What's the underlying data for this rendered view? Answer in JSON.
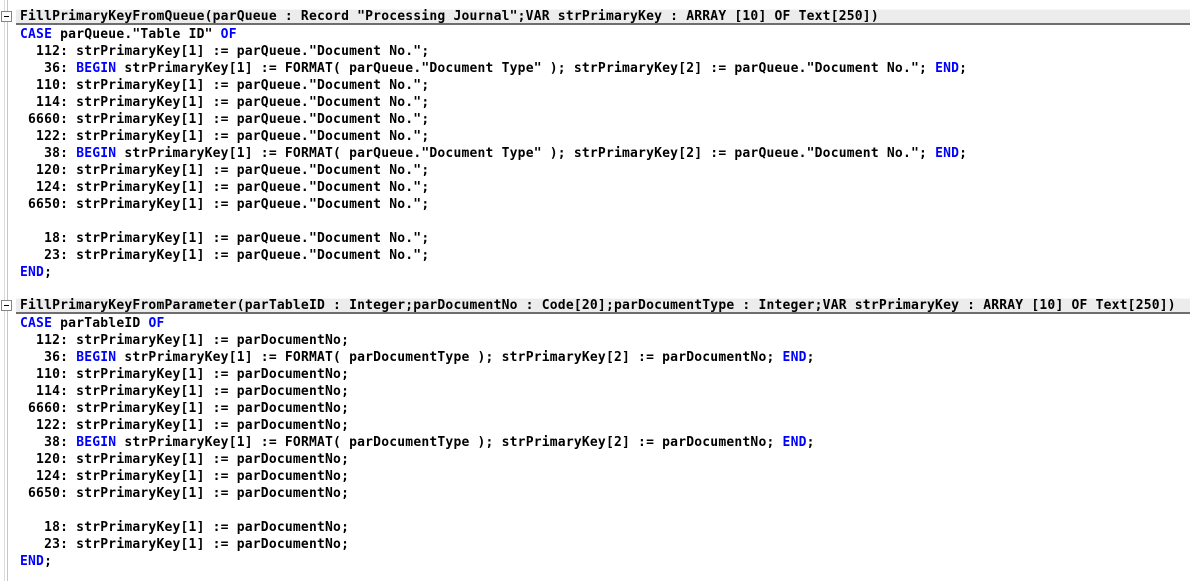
{
  "editor": {
    "keyword_color": "#0000ff",
    "text_color": "#000000",
    "header_band_color": "#ececec",
    "header_underline_color": "#6e6e6e",
    "collapse_icon": "minus-box-icon",
    "functions": [
      {
        "signature": "FillPrimaryKeyFromQueue(parQueue : Record \"Processing Journal\";VAR strPrimaryKey : ARRAY [10] OF Text[250])",
        "collapsed": false,
        "lines": [
          [
            [
              "k",
              "CASE"
            ],
            [
              "c",
              " parQueue.\"Table ID\" "
            ],
            [
              "k",
              "OF"
            ]
          ],
          [
            [
              "c",
              "  112: strPrimaryKey[1] := parQueue.\"Document No.\";"
            ]
          ],
          [
            [
              "c",
              "   36: "
            ],
            [
              "k",
              "BEGIN"
            ],
            [
              "c",
              " strPrimaryKey[1] := FORMAT( parQueue.\"Document Type\" ); strPrimaryKey[2] := parQueue.\"Document No.\"; "
            ],
            [
              "k",
              "END"
            ],
            [
              "c",
              ";"
            ]
          ],
          [
            [
              "c",
              "  110: strPrimaryKey[1] := parQueue.\"Document No.\";"
            ]
          ],
          [
            [
              "c",
              "  114: strPrimaryKey[1] := parQueue.\"Document No.\";"
            ]
          ],
          [
            [
              "c",
              " 6660: strPrimaryKey[1] := parQueue.\"Document No.\";"
            ]
          ],
          [
            [
              "c",
              "  122: strPrimaryKey[1] := parQueue.\"Document No.\";"
            ]
          ],
          [
            [
              "c",
              "   38: "
            ],
            [
              "k",
              "BEGIN"
            ],
            [
              "c",
              " strPrimaryKey[1] := FORMAT( parQueue.\"Document Type\" ); strPrimaryKey[2] := parQueue.\"Document No.\"; "
            ],
            [
              "k",
              "END"
            ],
            [
              "c",
              ";"
            ]
          ],
          [
            [
              "c",
              "  120: strPrimaryKey[1] := parQueue.\"Document No.\";"
            ]
          ],
          [
            [
              "c",
              "  124: strPrimaryKey[1] := parQueue.\"Document No.\";"
            ]
          ],
          [
            [
              "c",
              " 6650: strPrimaryKey[1] := parQueue.\"Document No.\";"
            ]
          ],
          [],
          [
            [
              "c",
              "   18: strPrimaryKey[1] := parQueue.\"Document No.\";"
            ]
          ],
          [
            [
              "c",
              "   23: strPrimaryKey[1] := parQueue.\"Document No.\";"
            ]
          ],
          [
            [
              "k",
              "END"
            ],
            [
              "c",
              ";"
            ]
          ]
        ]
      },
      {
        "signature": "FillPrimaryKeyFromParameter(parTableID : Integer;parDocumentNo : Code[20];parDocumentType : Integer;VAR strPrimaryKey : ARRAY [10] OF Text[250])",
        "collapsed": false,
        "lines": [
          [
            [
              "k",
              "CASE"
            ],
            [
              "c",
              " parTableID "
            ],
            [
              "k",
              "OF"
            ]
          ],
          [
            [
              "c",
              "  112: strPrimaryKey[1] := parDocumentNo;"
            ]
          ],
          [
            [
              "c",
              "   36: "
            ],
            [
              "k",
              "BEGIN"
            ],
            [
              "c",
              " strPrimaryKey[1] := FORMAT( parDocumentType ); strPrimaryKey[2] := parDocumentNo; "
            ],
            [
              "k",
              "END"
            ],
            [
              "c",
              ";"
            ]
          ],
          [
            [
              "c",
              "  110: strPrimaryKey[1] := parDocumentNo;"
            ]
          ],
          [
            [
              "c",
              "  114: strPrimaryKey[1] := parDocumentNo;"
            ]
          ],
          [
            [
              "c",
              " 6660: strPrimaryKey[1] := parDocumentNo;"
            ]
          ],
          [
            [
              "c",
              "  122: strPrimaryKey[1] := parDocumentNo;"
            ]
          ],
          [
            [
              "c",
              "   38: "
            ],
            [
              "k",
              "BEGIN"
            ],
            [
              "c",
              " strPrimaryKey[1] := FORMAT( parDocumentType ); strPrimaryKey[2] := parDocumentNo; "
            ],
            [
              "k",
              "END"
            ],
            [
              "c",
              ";"
            ]
          ],
          [
            [
              "c",
              "  120: strPrimaryKey[1] := parDocumentNo;"
            ]
          ],
          [
            [
              "c",
              "  124: strPrimaryKey[1] := parDocumentNo;"
            ]
          ],
          [
            [
              "c",
              " 6650: strPrimaryKey[1] := parDocumentNo;"
            ]
          ],
          [],
          [
            [
              "c",
              "   18: strPrimaryKey[1] := parDocumentNo;"
            ]
          ],
          [
            [
              "c",
              "   23: strPrimaryKey[1] := parDocumentNo;"
            ]
          ],
          [
            [
              "k",
              "END"
            ],
            [
              "c",
              ";"
            ]
          ]
        ]
      }
    ]
  }
}
